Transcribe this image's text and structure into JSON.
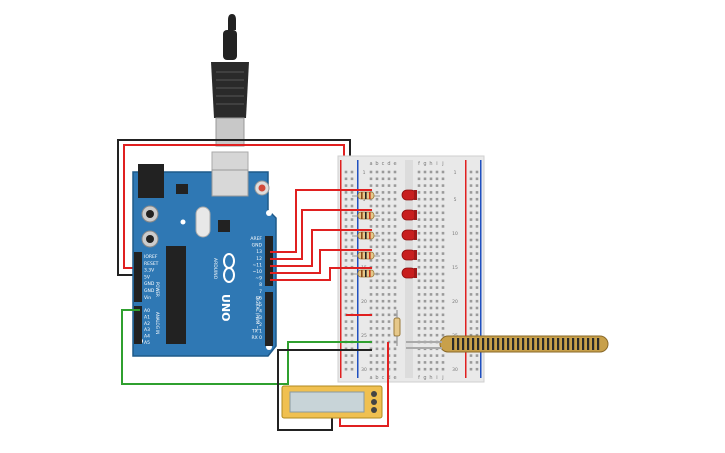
{
  "arduino": {
    "board_name": "UNO",
    "brand": "ARDUINO",
    "digital_header_title": "DIGITAL (PWM ~)",
    "power_header_title": "POWER",
    "analog_header_title": "ANALOG IN",
    "digital_pins": [
      "AREF",
      "GND",
      "13",
      "12",
      "~11",
      "~10",
      "~9",
      "8",
      "7",
      "~6",
      "~5",
      "4",
      "~3",
      "2",
      "TX 1",
      "RX 0"
    ],
    "power_pins": [
      "IOREF",
      "RESET",
      "3.3V",
      "5V",
      "GND",
      "GND",
      "Vin"
    ],
    "analog_pins": [
      "A0",
      "A1",
      "A2",
      "A3",
      "A4",
      "A5"
    ]
  },
  "breadboard": {
    "columns_left": [
      "a",
      "b",
      "c",
      "d",
      "e"
    ],
    "columns_right": [
      "f",
      "g",
      "h",
      "i",
      "j"
    ],
    "row_numbers": [
      "1",
      "5",
      "10",
      "15",
      "20",
      "25",
      "30"
    ]
  },
  "components": {
    "leds": 5,
    "resistors": 6,
    "flex_sensor": "flex-sensor",
    "lcd_display": "display-module",
    "usb_plug": "usb-cable"
  },
  "colors": {
    "board": "#2f78b4",
    "wire_red": "#e02020",
    "wire_black": "#222222",
    "wire_green": "#2fa02f",
    "led": "#c81e1e",
    "flex_sensor": "#c8a04a"
  }
}
